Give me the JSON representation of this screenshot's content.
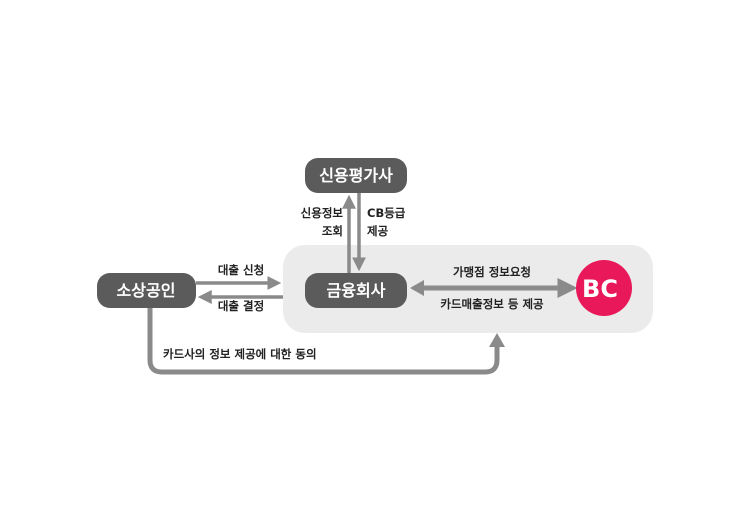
{
  "nodes": {
    "credit_agency": "신용평가사",
    "small_business": "소상공인",
    "financial_company": "금융회사",
    "card_company_logo": "BC"
  },
  "labels": {
    "credit_query_1": "신용정보",
    "credit_query_2": "조회",
    "cb_grade_1": "CB등급",
    "cb_grade_2": "제공",
    "loan_apply": "대출 신청",
    "loan_decision": "대출 결정",
    "merchant_info_request": "가맹점 정보요청",
    "card_sales_info": "카드매출정보 등 제공",
    "consent": "카드사의 정보 제공에 대한 동의"
  },
  "colors": {
    "box": "#5b5b5b",
    "panel": "#ebebeb",
    "arrow": "#8a8a8a",
    "bc_brand": "#e8185a"
  }
}
